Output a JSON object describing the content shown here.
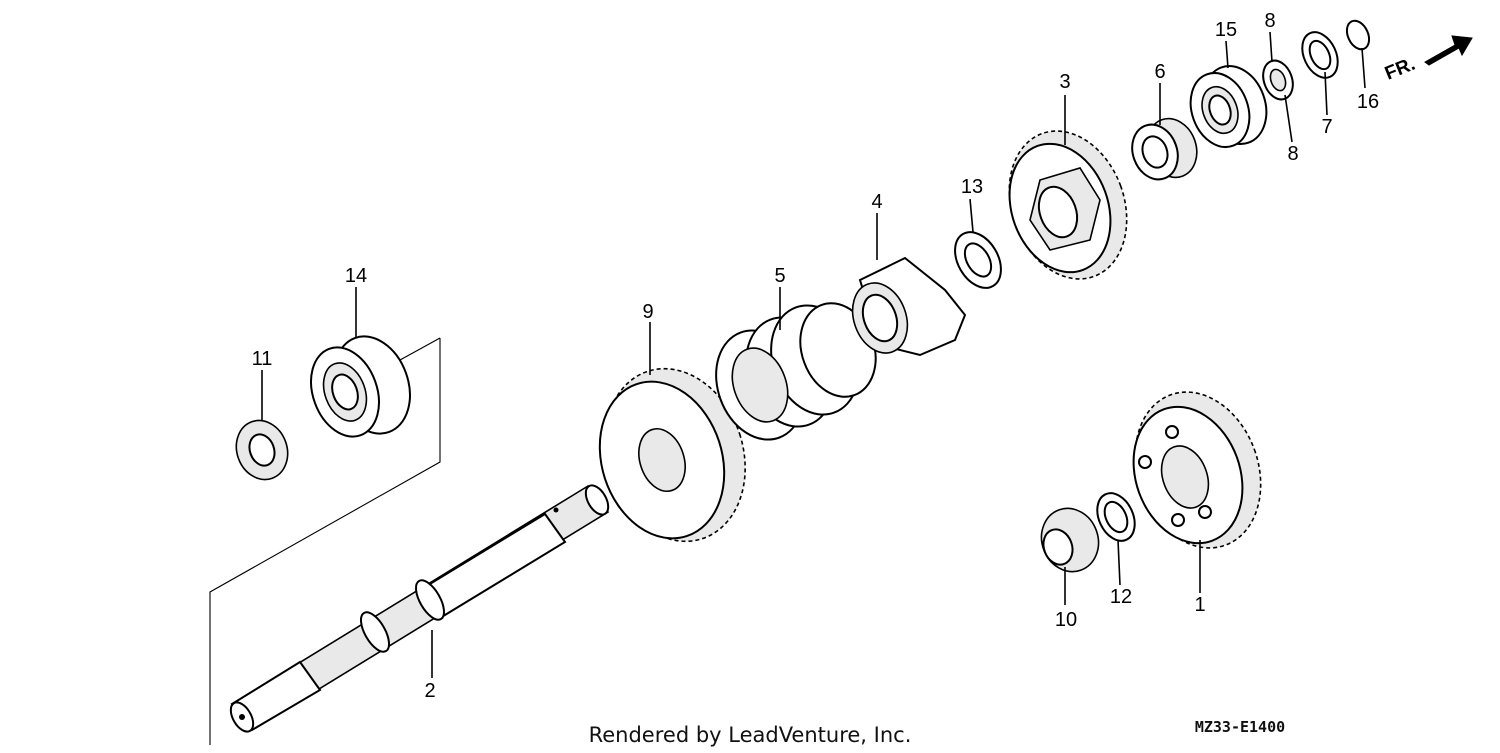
{
  "callouts": {
    "c1": "1",
    "c2": "2",
    "c3": "3",
    "c4": "4",
    "c5": "5",
    "c6": "6",
    "c7": "7",
    "c8a": "8",
    "c8b": "8",
    "c9": "9",
    "c10": "10",
    "c11": "11",
    "c12": "12",
    "c13": "13",
    "c14": "14",
    "c15": "15",
    "c16": "16"
  },
  "direction_label": "FR.",
  "footer": {
    "rendered_by": "Rendered by LeadVenture, Inc.",
    "diagram_code": "MZ33-E1400"
  }
}
